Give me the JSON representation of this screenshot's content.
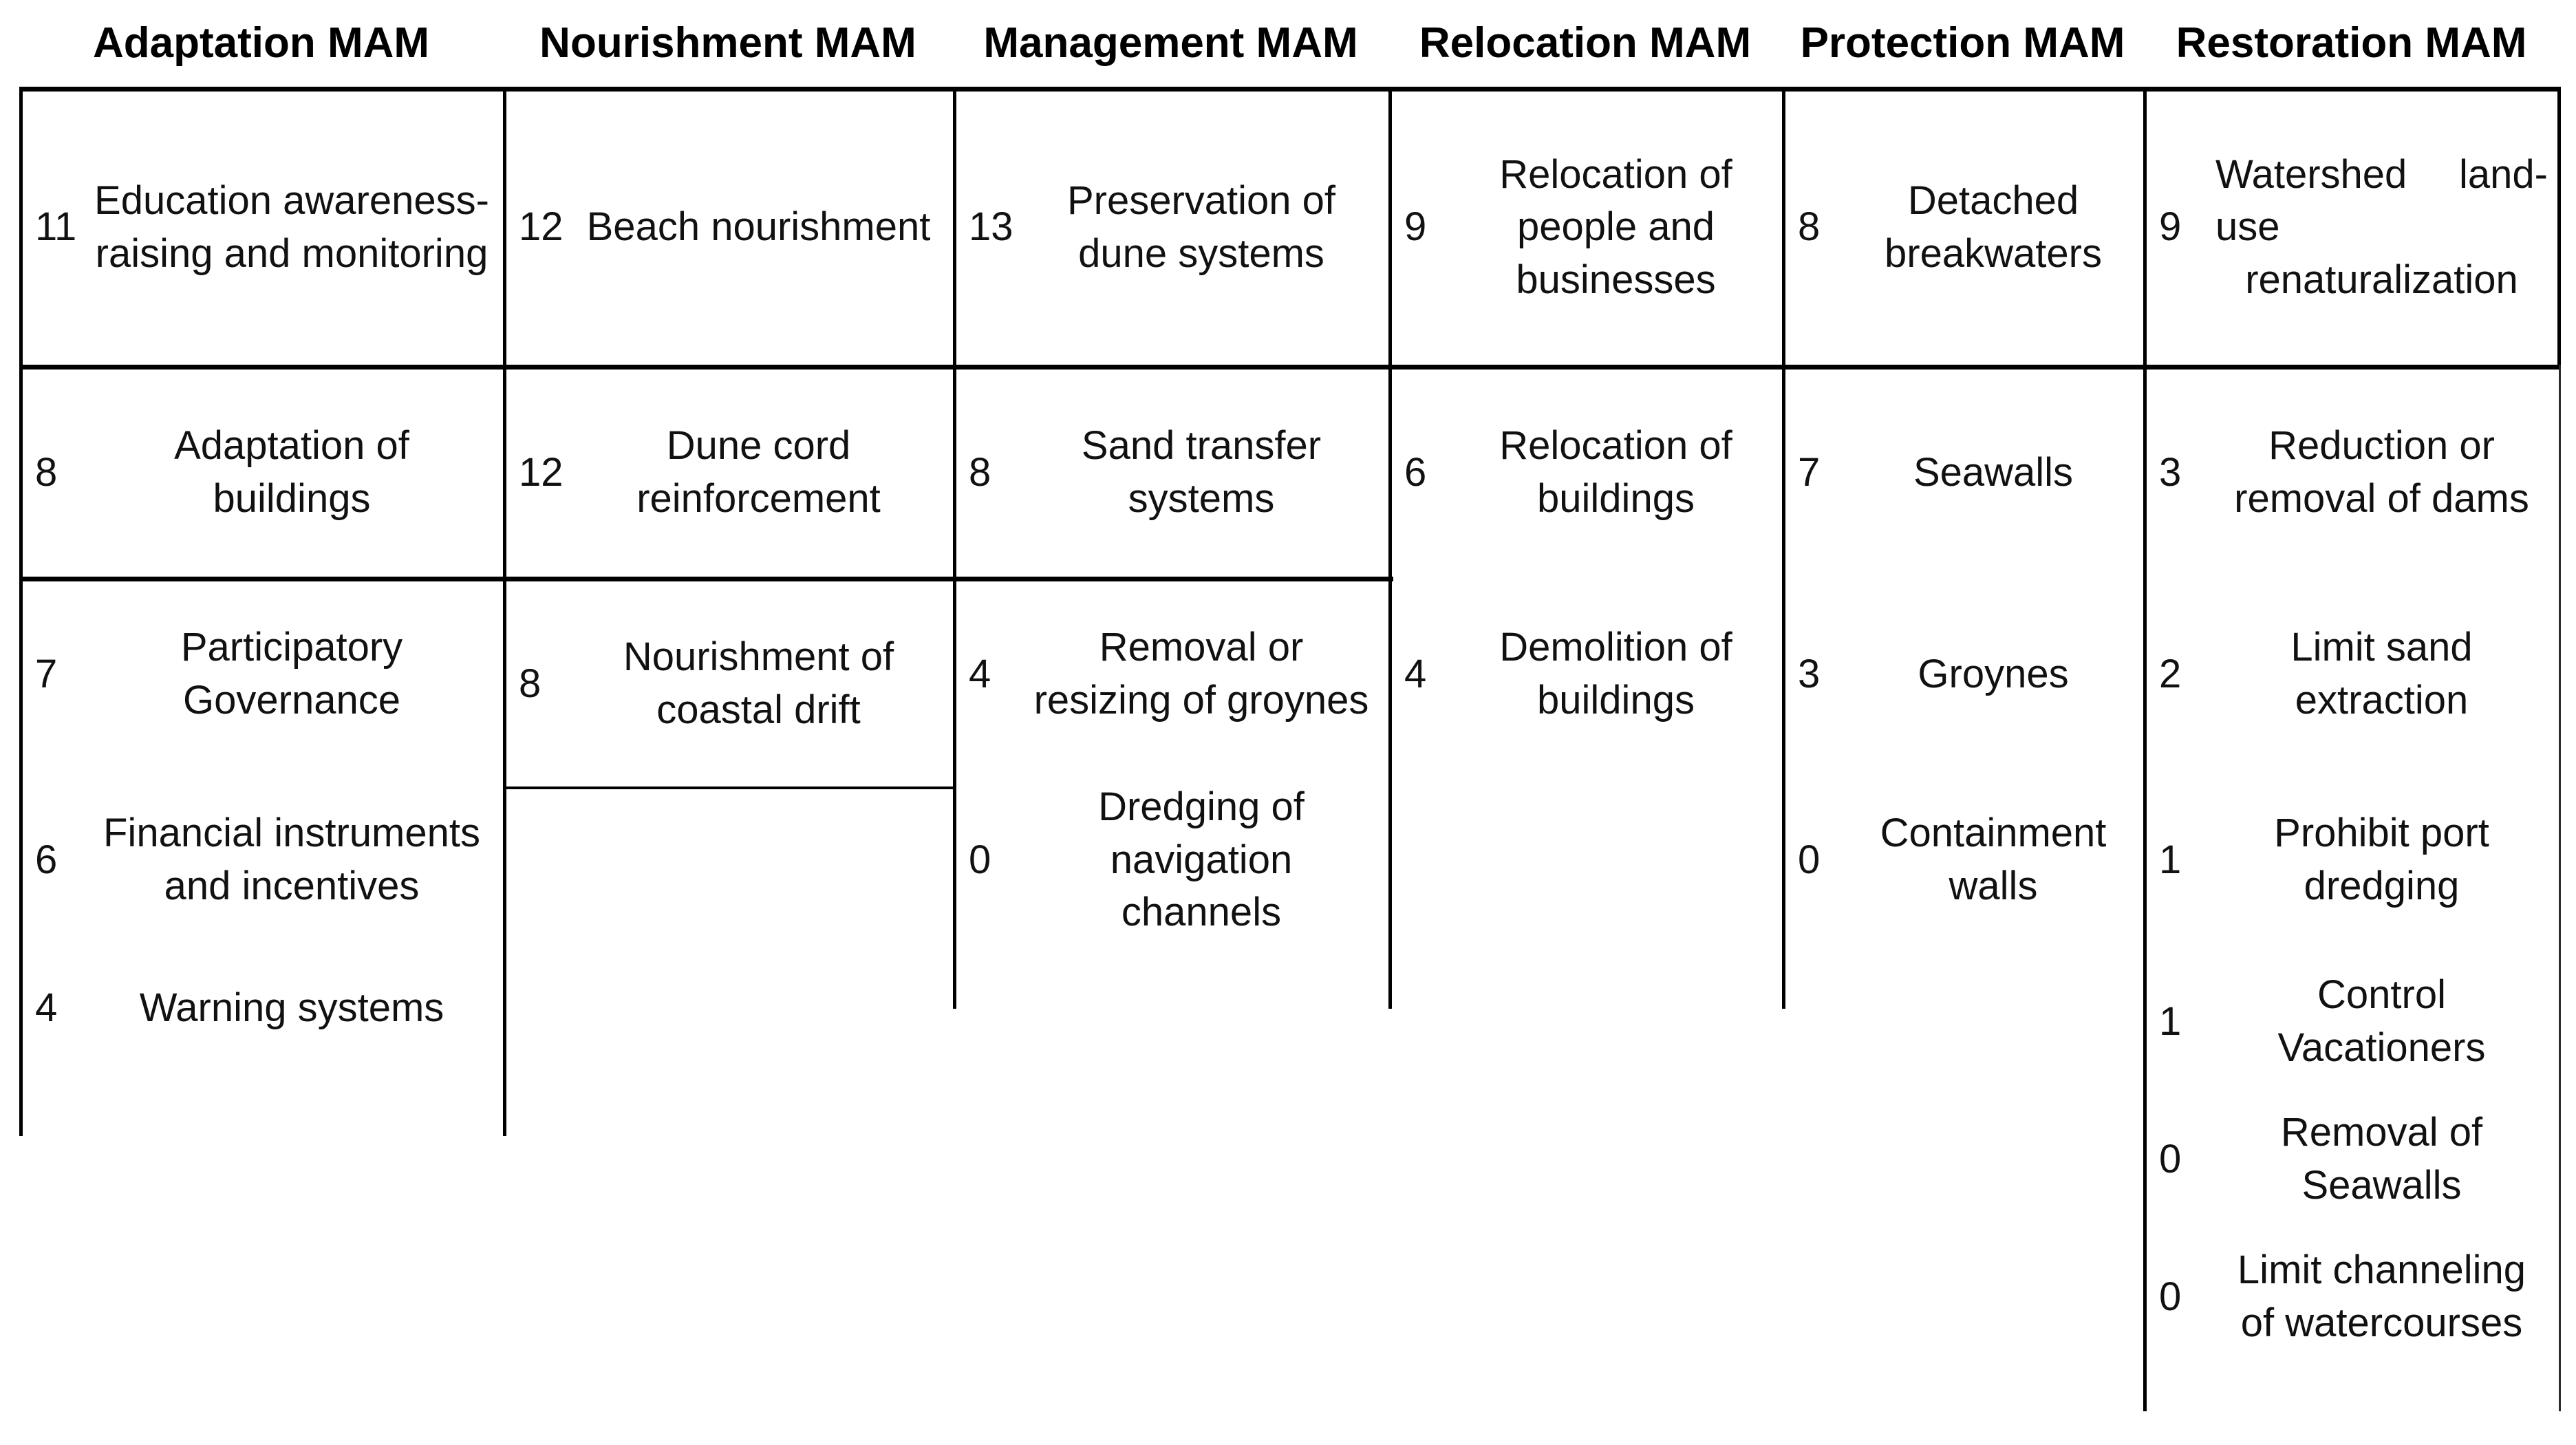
{
  "table": {
    "columns": [
      {
        "id": "adaptation",
        "header": "Adaptation MAM",
        "rows": [
          {
            "score": "11",
            "label": "Education awareness-raising and monitoring"
          },
          {
            "score": "8",
            "label": "Adaptation of buildings"
          },
          {
            "score": "7",
            "label": "Participatory Governance"
          },
          {
            "score": "6",
            "label": "Financial instruments and incentives"
          },
          {
            "score": "4",
            "label": "Warning systems"
          }
        ]
      },
      {
        "id": "nourishment",
        "header": "Nourishment MAM",
        "rows": [
          {
            "score": "12",
            "label": "Beach nourishment"
          },
          {
            "score": "12",
            "label": "Dune cord reinforcement"
          },
          {
            "score": "8",
            "label": "Nourishment of coastal drift"
          }
        ]
      },
      {
        "id": "management",
        "header": "Management MAM",
        "rows": [
          {
            "score": "13",
            "label": "Preservation of dune systems"
          },
          {
            "score": "8",
            "label": "Sand transfer systems"
          },
          {
            "score": "4",
            "label": "Removal or resizing of groynes"
          },
          {
            "score": "0",
            "label": "Dredging of navigation channels"
          }
        ]
      },
      {
        "id": "relocation",
        "header": "Relocation MAM",
        "rows": [
          {
            "score": "9",
            "label": "Relocation of people and businesses"
          },
          {
            "score": "6",
            "label": "Relocation of buildings"
          },
          {
            "score": "4",
            "label": "Demolition of buildings"
          }
        ]
      },
      {
        "id": "protection",
        "header": "Protection MAM",
        "rows": [
          {
            "score": "8",
            "label": "Detached breakwaters"
          },
          {
            "score": "7",
            "label": "Seawalls"
          },
          {
            "score": "3",
            "label": "Groynes"
          },
          {
            "score": "0",
            "label": "Containment walls"
          }
        ]
      },
      {
        "id": "restoration",
        "header": "Restoration MAM",
        "rows": [
          {
            "score": "9",
            "label": "Watershed land-use renaturalization"
          },
          {
            "score": "3",
            "label": "Reduction or removal of dams"
          },
          {
            "score": "2",
            "label": "Limit sand extraction"
          },
          {
            "score": "1",
            "label": "Prohibit port dredging"
          },
          {
            "score": "1",
            "label": "Control Vacationers"
          },
          {
            "score": "0",
            "label": "Removal of Seawalls"
          },
          {
            "score": "0",
            "label": "Limit channeling of watercourses"
          }
        ]
      }
    ]
  },
  "style": {
    "rule_color": "#000000",
    "text_color": "#111111"
  }
}
